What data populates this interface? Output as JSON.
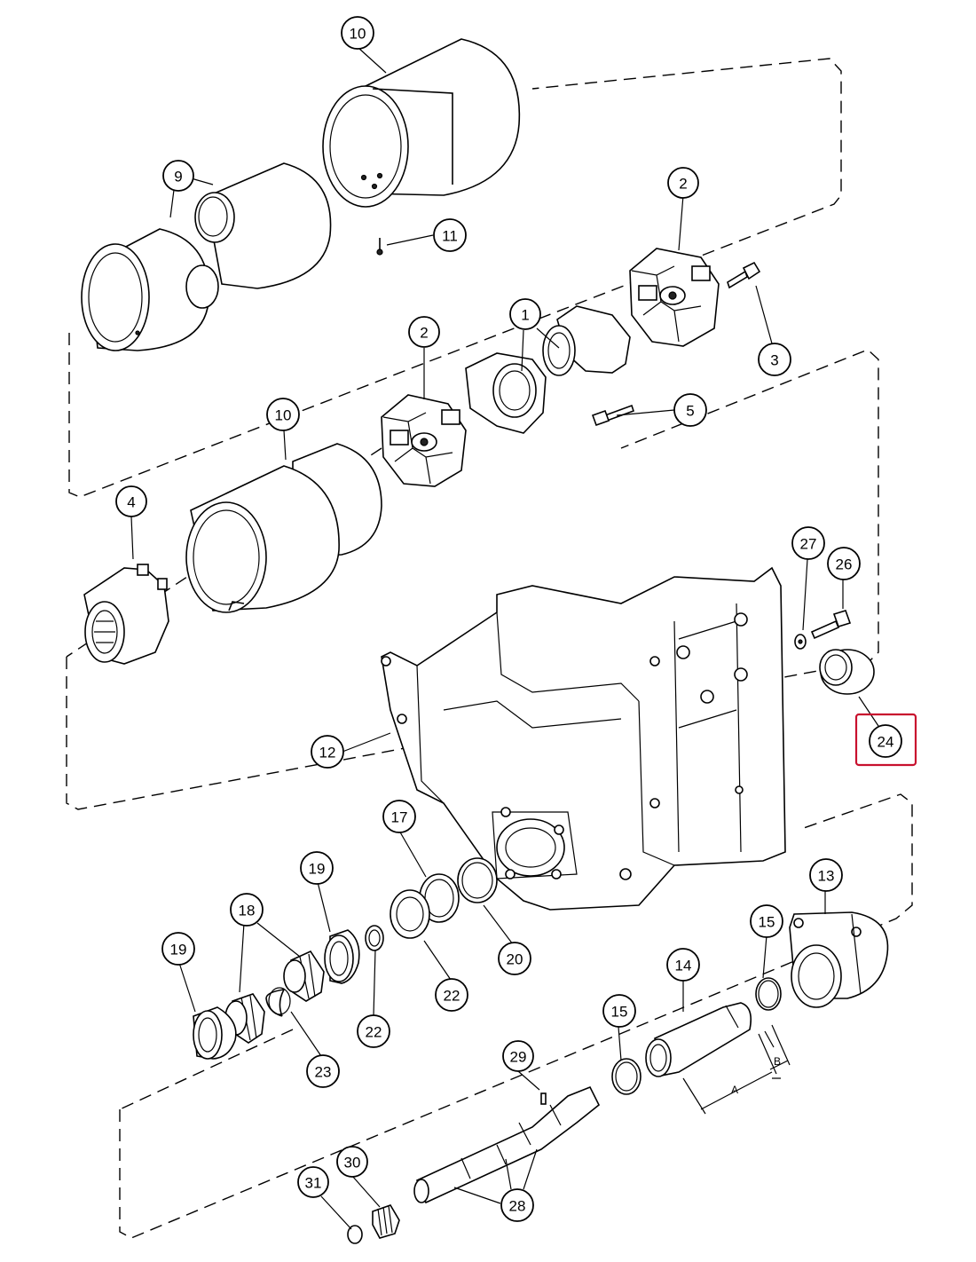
{
  "callouts": [
    {
      "id": "c10a",
      "label": "10"
    },
    {
      "id": "c9",
      "label": "9"
    },
    {
      "id": "c11",
      "label": "11"
    },
    {
      "id": "c2a",
      "label": "2"
    },
    {
      "id": "c3",
      "label": "3"
    },
    {
      "id": "c1",
      "label": "1"
    },
    {
      "id": "c2b",
      "label": "2"
    },
    {
      "id": "c5",
      "label": "5"
    },
    {
      "id": "c10b",
      "label": "10"
    },
    {
      "id": "c4",
      "label": "4"
    },
    {
      "id": "c27",
      "label": "27"
    },
    {
      "id": "c26",
      "label": "26"
    },
    {
      "id": "c24",
      "label": "24"
    },
    {
      "id": "c12",
      "label": "12"
    },
    {
      "id": "c17",
      "label": "17"
    },
    {
      "id": "c19a",
      "label": "19"
    },
    {
      "id": "c18",
      "label": "18"
    },
    {
      "id": "c13",
      "label": "13"
    },
    {
      "id": "c15a",
      "label": "15"
    },
    {
      "id": "c20",
      "label": "20"
    },
    {
      "id": "c22a",
      "label": "22"
    },
    {
      "id": "c19b",
      "label": "19"
    },
    {
      "id": "c14",
      "label": "14"
    },
    {
      "id": "c22b",
      "label": "22"
    },
    {
      "id": "c15b",
      "label": "15"
    },
    {
      "id": "c23",
      "label": "23"
    },
    {
      "id": "c29",
      "label": "29"
    },
    {
      "id": "c30",
      "label": "30"
    },
    {
      "id": "c31",
      "label": "31"
    },
    {
      "id": "c28",
      "label": "28"
    }
  ],
  "dimensions": {
    "a": "A",
    "b": "B"
  },
  "highlighted_callout": "24",
  "colors": {
    "line": "#000000",
    "highlight": "#c8102e",
    "background": "#ffffff"
  }
}
